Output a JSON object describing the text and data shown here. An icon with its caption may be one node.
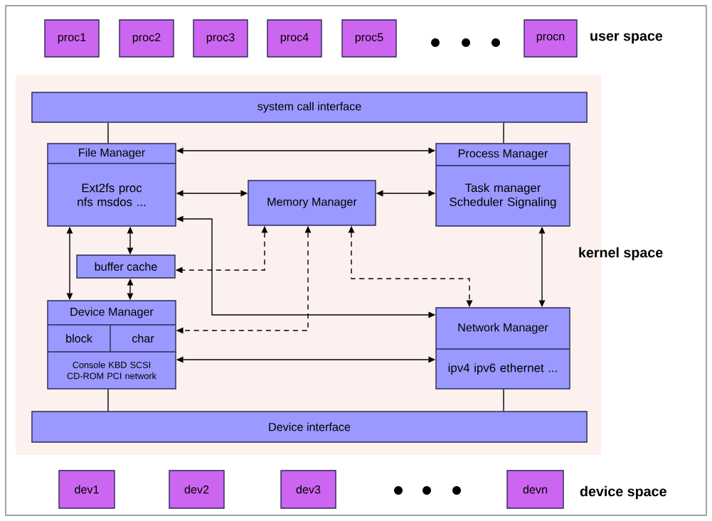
{
  "diagram": {
    "nodes": [
      {
        "text": [
          "proc1"
        ]
      },
      {
        "text": [
          "proc2"
        ]
      },
      {
        "text": [
          "proc3"
        ]
      },
      {
        "text": [
          "proc4"
        ]
      },
      {
        "text": [
          "proc5"
        ]
      },
      {
        "text": [
          "procn"
        ]
      },
      {
        "text": [
          "system call interface"
        ]
      },
      {
        "text": [
          "File Manager",
          "Ext2fs proc nfs msdos ..."
        ]
      },
      {
        "text": [
          "Process Manager",
          "Task manager Scheduler Signaling"
        ]
      },
      {
        "text": [
          "Memory Manager"
        ]
      },
      {
        "text": [
          "buffer cache"
        ]
      },
      {
        "text": [
          "Device Manager",
          "block",
          "char",
          "Console KBD SCSI CD-ROM PCI network"
        ]
      },
      {
        "text": [
          "Network Manager",
          "ipv4 ipv6 ethernet ..."
        ]
      },
      {
        "text": [
          "Device interface"
        ]
      },
      {
        "text": [
          "dev1"
        ]
      },
      {
        "text": [
          "dev2"
        ]
      },
      {
        "text": [
          "dev3"
        ]
      },
      {
        "text": [
          "devn"
        ]
      }
    ],
    "edges": [
      {
        "from": 6,
        "to": 7,
        "arrow": "none"
      },
      {
        "from": 6,
        "to": 8,
        "arrow": "none"
      },
      {
        "from": 7,
        "to": 8,
        "arrow": "both"
      },
      {
        "from": 7,
        "to": 9,
        "arrow": "both"
      },
      {
        "from": 9,
        "to": 8,
        "arrow": "both"
      },
      {
        "from": 7,
        "to": 12,
        "arrow": "both"
      },
      {
        "from": 7,
        "to": 11,
        "arrow": "both"
      },
      {
        "from": 7,
        "to": 10,
        "arrow": "both"
      },
      {
        "from": 10,
        "to": 11,
        "arrow": "both"
      },
      {
        "from": 9,
        "to": 10,
        "arrow": "both",
        "style": "dashed"
      },
      {
        "from": 9,
        "to": 11,
        "arrow": "both",
        "style": "dashed"
      },
      {
        "from": 9,
        "to": 12,
        "arrow": "both",
        "style": "dashed"
      },
      {
        "from": 8,
        "to": 12,
        "arrow": "both"
      },
      {
        "from": 11,
        "to": 12,
        "arrow": "both"
      },
      {
        "from": 11,
        "to": 13,
        "arrow": "none"
      },
      {
        "from": 12,
        "to": 13,
        "arrow": "none"
      }
    ],
    "labels": [
      "user space",
      "kernel space",
      "device space"
    ]
  }
}
